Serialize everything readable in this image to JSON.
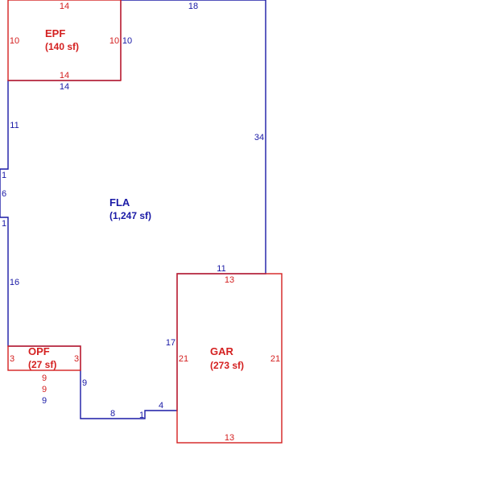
{
  "colors": {
    "living": "#1a1aa6",
    "other": "#d42020"
  },
  "areas": {
    "epf": {
      "name": "EPF",
      "size": "(140 sf)"
    },
    "fla": {
      "name": "FLA",
      "size": "(1,247 sf)"
    },
    "opf": {
      "name": "OPF",
      "size": "(27 sf)"
    },
    "gar": {
      "name": "GAR",
      "size": "(273 sf)"
    }
  },
  "dims": {
    "epf": {
      "top": "14",
      "bottom": "14",
      "left": "10",
      "right": "10"
    },
    "fla": {
      "top": "18",
      "right": "34",
      "epf_bottom": "14",
      "epf_right": "10",
      "left_upper": "11",
      "jog_top": "1",
      "jog_side": "6",
      "jog_bottom": "1",
      "left_lower": "16",
      "opf_right": "9",
      "bottom_left": "8",
      "bottom_step": "1",
      "bottom_right": "4",
      "gar_left": "17",
      "gar_top": "11",
      "opf_bottom": "9"
    },
    "opf": {
      "left": "3",
      "right": "3",
      "bottom": "9",
      "top": "9"
    },
    "gar": {
      "top": "13",
      "bottom": "13",
      "left": "21",
      "right": "21"
    }
  }
}
